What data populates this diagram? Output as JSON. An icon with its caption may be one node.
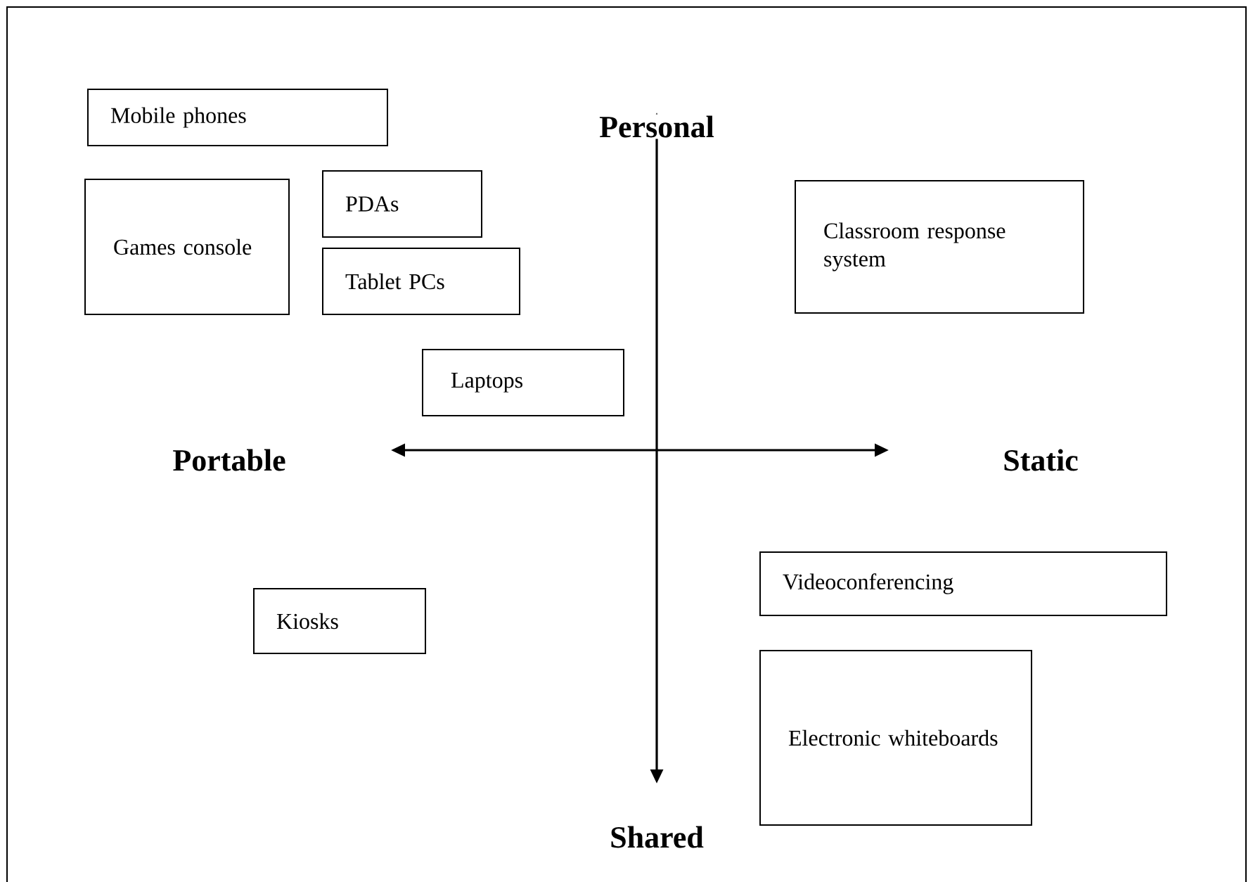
{
  "diagram": {
    "nodes": [
      {
        "text": [
          "Mobile phones"
        ]
      },
      {
        "text": [
          "Games console"
        ]
      },
      {
        "text": [
          "PDAs"
        ]
      },
      {
        "text": [
          "Tablet PCs"
        ]
      },
      {
        "text": [
          "Laptops"
        ]
      },
      {
        "text": [
          "Classroom response system"
        ]
      },
      {
        "text": [
          "Kiosks"
        ]
      },
      {
        "text": [
          "Videoconferencing"
        ]
      },
      {
        "text": [
          "Electronic whiteboards"
        ]
      }
    ],
    "labels": [
      "Personal",
      "Portable",
      "Static",
      "Shared"
    ]
  }
}
